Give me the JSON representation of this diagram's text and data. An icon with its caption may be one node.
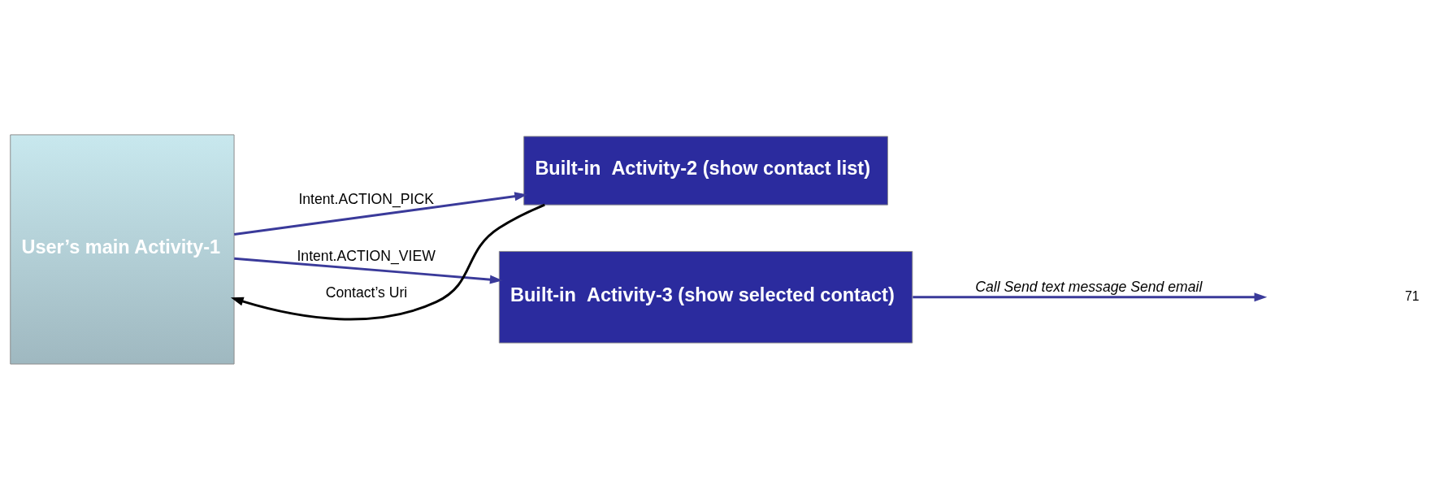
{
  "diagram": {
    "nodes": [
      {
        "text": [
          "User’s main Activity-1"
        ]
      },
      {
        "text": [
          "Built-in  Activity-2 (show contact list)"
        ]
      },
      {
        "text": [
          "Built-in  Activity-3 (show selected contact)"
        ]
      }
    ],
    "edges": [
      {
        "from": 0,
        "to": 1,
        "arrow": "to",
        "label": "Intent.ACTION_PICK"
      },
      {
        "from": 1,
        "to": 0,
        "arrow": "to",
        "label": "Contact’s Uri",
        "color": "#000000"
      },
      {
        "from": 0,
        "to": 2,
        "arrow": "to",
        "label": "Intent.ACTION_VIEW"
      },
      {
        "from": 2,
        "to": null,
        "arrow": "to",
        "label": "Call Send text message Send email"
      }
    ],
    "labels": [
      "71"
    ]
  }
}
